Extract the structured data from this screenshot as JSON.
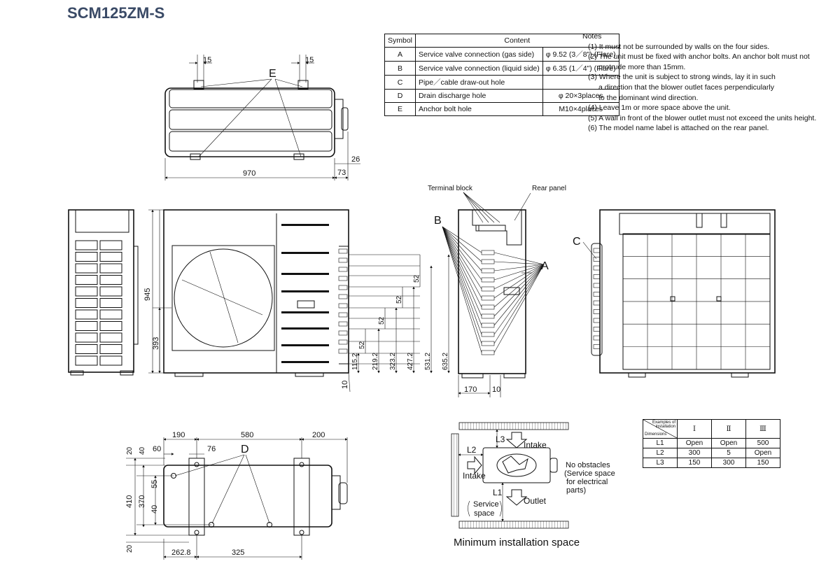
{
  "model": "SCM125ZM-S",
  "spec_table": {
    "headers": [
      "Symbol",
      "Content"
    ],
    "rows": [
      {
        "symbol": "A",
        "content": "Service valve connection (gas side)",
        "value": "φ 9.52 (3／8\") (Flare)"
      },
      {
        "symbol": "B",
        "content": "Service valve connection (liquid side)",
        "value": "φ 6.35 (1／4\") (Flare)"
      },
      {
        "symbol": "C",
        "content": "Pipe／cable draw-out hole",
        "value": ""
      },
      {
        "symbol": "D",
        "content": "Drain discharge hole",
        "value": "φ 20×3places"
      },
      {
        "symbol": "E",
        "content": "Anchor bolt hole",
        "value": "M10×4places"
      }
    ]
  },
  "notes": {
    "title": "Notes",
    "items": [
      "(1) It must not be surrounded by walls on the four sides.",
      "(2) The unit must be fixed with anchor bolts. An anchor bolt must not",
      "protrude more than 15mm.",
      "(3) Where the unit is subject to strong winds, lay it in such",
      "a direction that the blower outlet faces perpendicularly",
      "to the dominant wind direction.",
      "(4) Leave 1m or more space above the unit.",
      "(5) A wall in front of the blower outlet must not exceed the units height.",
      "(6) The model name label is attached on the rear panel."
    ]
  },
  "labels": {
    "terminal_block": "Terminal block",
    "rear_panel": "Rear panel",
    "A": "A",
    "B": "B",
    "C": "C",
    "D": "D",
    "E": "E",
    "intake": "Intake",
    "outlet": "Outlet",
    "L1": "L1",
    "L2": "L2",
    "L3": "L3",
    "no_obstacles_1": "No obstacles",
    "no_obstacles_2": "(Service space",
    "no_obstacles_3": "for electrical",
    "no_obstacles_4": "parts)",
    "service_space_1": "Service",
    "service_space_2": "space",
    "min_install": "Minimum installation space"
  },
  "dimensions": {
    "top": {
      "left_15": "15",
      "right_15": "15",
      "width": "970",
      "d73": "73",
      "d26": "26"
    },
    "front": {
      "height": "945",
      "h393": "393",
      "d10": "10",
      "stack": [
        "115.2",
        "219.2",
        "323.2",
        "427.2",
        "531.2",
        "635.2"
      ],
      "d52": "52"
    },
    "side": {
      "d170": "170",
      "d10": "10"
    },
    "bottom": {
      "d190": "190",
      "d580": "580",
      "d200": "200",
      "d60": "60",
      "d76": "76",
      "d20a": "20",
      "d40a": "40",
      "d410": "410",
      "d370": "370",
      "d55": "55",
      "d40b": "40",
      "d20b": "20",
      "d262": "262.8",
      "d325": "325"
    }
  },
  "install_table": {
    "corner_top": [
      "Examples of",
      "installation"
    ],
    "corner_bottom": "Dimensions",
    "columns": [
      "Ⅰ",
      "Ⅱ",
      "Ⅲ"
    ],
    "rows": [
      {
        "label": "L1",
        "values": [
          "Open",
          "Open",
          "500"
        ]
      },
      {
        "label": "L2",
        "values": [
          "300",
          "5",
          "Open"
        ]
      },
      {
        "label": "L3",
        "values": [
          "150",
          "300",
          "150"
        ]
      }
    ]
  }
}
